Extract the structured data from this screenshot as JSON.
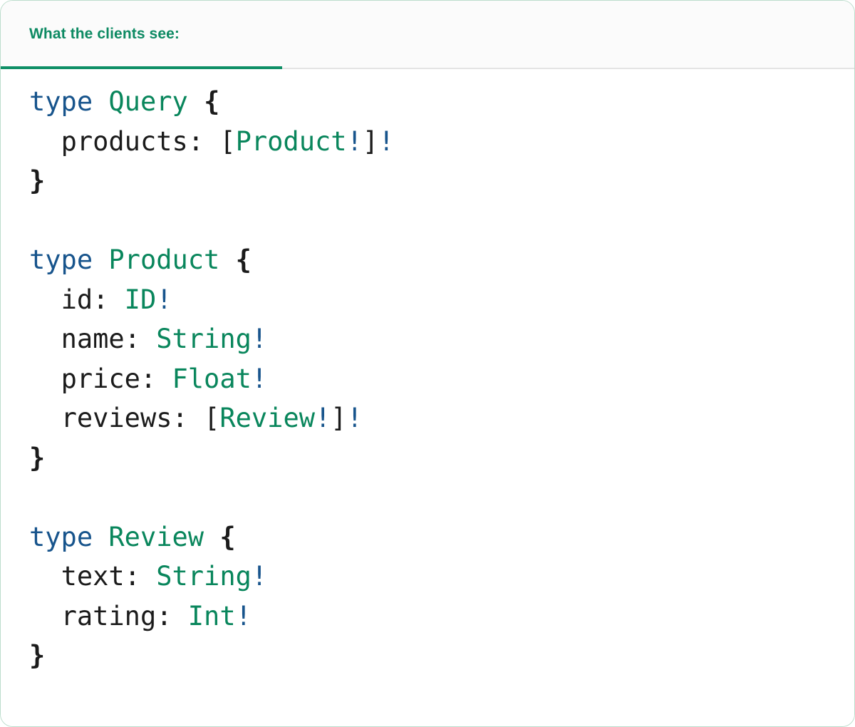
{
  "card": {
    "border_color": "#bcddcc",
    "background": "#ffffff"
  },
  "tabbar": {
    "active_tab_label": "What the clients see:",
    "accent_color": "#0f8f66",
    "label_color": "#0d8a63",
    "strip_background": "#fbfbfb",
    "divider_color": "#e4e4e4"
  },
  "code": {
    "language": "graphql",
    "colors": {
      "keyword": "#17548c",
      "type_name": "#09865c",
      "field_name": "#1b1b1b",
      "punctuation": "#1b1b1b",
      "non_null_bang": "#17548c"
    },
    "lines": [
      {
        "indent": 0,
        "tokens": [
          {
            "text": "type",
            "kind": "keyword"
          },
          {
            "text": " ",
            "kind": "punctuation"
          },
          {
            "text": "Query",
            "kind": "type_name"
          },
          {
            "text": " ",
            "kind": "punctuation"
          },
          {
            "text": "{",
            "kind": "brace"
          }
        ]
      },
      {
        "indent": 1,
        "tokens": [
          {
            "text": "products:",
            "kind": "field_name"
          },
          {
            "text": " ",
            "kind": "punctuation"
          },
          {
            "text": "[",
            "kind": "punctuation"
          },
          {
            "text": "Product",
            "kind": "type_name"
          },
          {
            "text": "!",
            "kind": "non_null_bang"
          },
          {
            "text": "]",
            "kind": "punctuation"
          },
          {
            "text": "!",
            "kind": "non_null_bang"
          }
        ]
      },
      {
        "indent": 0,
        "tokens": [
          {
            "text": "}",
            "kind": "brace"
          }
        ]
      },
      {
        "indent": 0,
        "tokens": []
      },
      {
        "indent": 0,
        "tokens": [
          {
            "text": "type",
            "kind": "keyword"
          },
          {
            "text": " ",
            "kind": "punctuation"
          },
          {
            "text": "Product",
            "kind": "type_name"
          },
          {
            "text": " ",
            "kind": "punctuation"
          },
          {
            "text": "{",
            "kind": "brace"
          }
        ]
      },
      {
        "indent": 1,
        "tokens": [
          {
            "text": "id:",
            "kind": "field_name"
          },
          {
            "text": " ",
            "kind": "punctuation"
          },
          {
            "text": "ID",
            "kind": "type_name"
          },
          {
            "text": "!",
            "kind": "non_null_bang"
          }
        ]
      },
      {
        "indent": 1,
        "tokens": [
          {
            "text": "name:",
            "kind": "field_name"
          },
          {
            "text": " ",
            "kind": "punctuation"
          },
          {
            "text": "String",
            "kind": "type_name"
          },
          {
            "text": "!",
            "kind": "non_null_bang"
          }
        ]
      },
      {
        "indent": 1,
        "tokens": [
          {
            "text": "price:",
            "kind": "field_name"
          },
          {
            "text": " ",
            "kind": "punctuation"
          },
          {
            "text": "Float",
            "kind": "type_name"
          },
          {
            "text": "!",
            "kind": "non_null_bang"
          }
        ]
      },
      {
        "indent": 1,
        "tokens": [
          {
            "text": "reviews:",
            "kind": "field_name"
          },
          {
            "text": " ",
            "kind": "punctuation"
          },
          {
            "text": "[",
            "kind": "punctuation"
          },
          {
            "text": "Review",
            "kind": "type_name"
          },
          {
            "text": "!",
            "kind": "non_null_bang"
          },
          {
            "text": "]",
            "kind": "punctuation"
          },
          {
            "text": "!",
            "kind": "non_null_bang"
          }
        ]
      },
      {
        "indent": 0,
        "tokens": [
          {
            "text": "}",
            "kind": "brace"
          }
        ]
      },
      {
        "indent": 0,
        "tokens": []
      },
      {
        "indent": 0,
        "tokens": [
          {
            "text": "type",
            "kind": "keyword"
          },
          {
            "text": " ",
            "kind": "punctuation"
          },
          {
            "text": "Review",
            "kind": "type_name"
          },
          {
            "text": " ",
            "kind": "punctuation"
          },
          {
            "text": "{",
            "kind": "brace"
          }
        ]
      },
      {
        "indent": 1,
        "tokens": [
          {
            "text": "text:",
            "kind": "field_name"
          },
          {
            "text": " ",
            "kind": "punctuation"
          },
          {
            "text": "String",
            "kind": "type_name"
          },
          {
            "text": "!",
            "kind": "non_null_bang"
          }
        ]
      },
      {
        "indent": 1,
        "tokens": [
          {
            "text": "rating:",
            "kind": "field_name"
          },
          {
            "text": " ",
            "kind": "punctuation"
          },
          {
            "text": "Int",
            "kind": "type_name"
          },
          {
            "text": "!",
            "kind": "non_null_bang"
          }
        ]
      },
      {
        "indent": 0,
        "tokens": [
          {
            "text": "}",
            "kind": "brace"
          }
        ]
      }
    ]
  }
}
